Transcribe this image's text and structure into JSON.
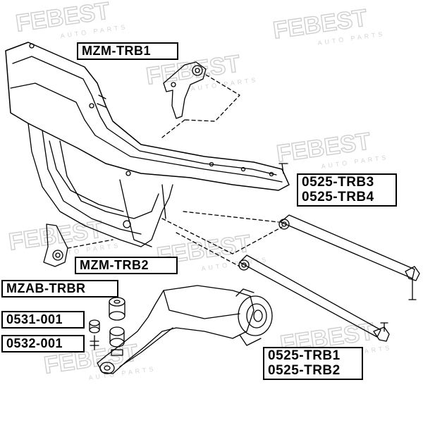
{
  "watermark": {
    "brand": "FEBEST",
    "tagline": "AUTO PARTS",
    "color": "#c9c9c9"
  },
  "labels": {
    "mzm_trb1": "MZM-TRB1",
    "mzm_trb2": "MZM-TRB2",
    "mzab_trbr": "MZAB-TRBR",
    "p0531_001": "0531-001",
    "p0532_001": "0532-001",
    "p0525_trb3": "0525-TRB3",
    "p0525_trb4": "0525-TRB4",
    "p0525_trb1": "0525-TRB1",
    "p0525_trb2": "0525-TRB2"
  },
  "colors": {
    "line": "#000000",
    "label_border": "#000000",
    "background": "#ffffff"
  }
}
